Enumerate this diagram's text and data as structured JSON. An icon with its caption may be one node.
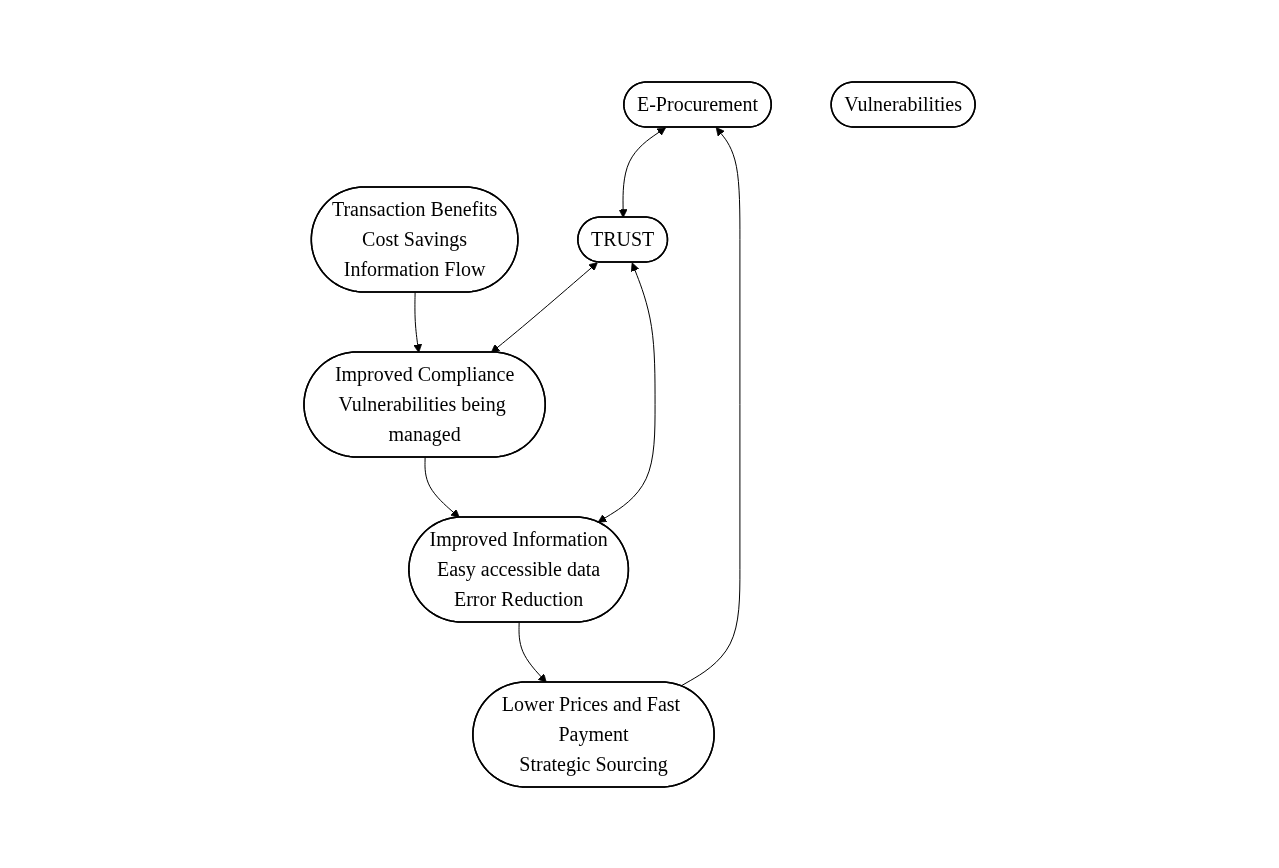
{
  "diagram": {
    "nodes": [
      {
        "text": [
          "E-Procurement"
        ]
      },
      {
        "text": [
          "Transaction Benefits",
          "Cost Savings",
          "Information Flow"
        ]
      },
      {
        "text": [
          "Vulnerabilities"
        ]
      },
      {
        "text": [
          "Improved Compliance",
          "Vulnerabilities being managed"
        ]
      },
      {
        "text": [
          "TRUST"
        ]
      },
      {
        "text": [
          "Lower Prices and Fast Payment",
          "Strategic Sourcing"
        ]
      },
      {
        "text": [
          "Improved Information",
          "Easy accessible data",
          "Error Reduction"
        ]
      }
    ],
    "edges": [
      {
        "from": 0,
        "to": 4,
        "arrow": "both"
      },
      {
        "from": 1,
        "to": 3,
        "arrow": "to"
      },
      {
        "from": 4,
        "to": 3,
        "arrow": "both"
      },
      {
        "from": 3,
        "to": 6,
        "arrow": "to"
      },
      {
        "from": 4,
        "to": 6,
        "arrow": "both"
      },
      {
        "from": 6,
        "to": 5,
        "arrow": "to"
      },
      {
        "from": 5,
        "to": 0,
        "arrow": "to"
      }
    ]
  }
}
